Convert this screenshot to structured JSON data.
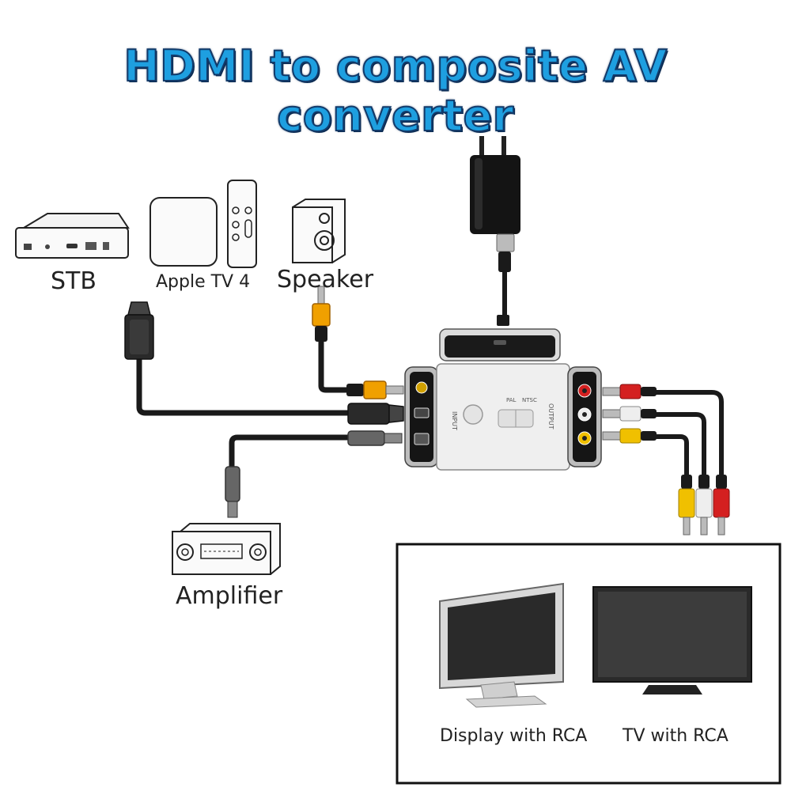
{
  "title": "HDMI to composite AV converter",
  "sources": {
    "stb": "STB",
    "apple_tv": "Apple TV 4",
    "speaker": "Speaker"
  },
  "amplifier": "Amplifier",
  "converter": {
    "input_label": "INPUT",
    "output_label": "OUTPUT",
    "pal_label": "PAL",
    "ntsc_label": "NTSC"
  },
  "displays": {
    "display": "Display with RCA",
    "tv": "TV with RCA"
  },
  "colors": {
    "title": "#1e9fe0",
    "title_outline": "#123a6a",
    "cable": "#1a1a1a",
    "rca_red": "#d42020",
    "rca_white": "#eeeeee",
    "rca_yellow": "#f0c000",
    "rca_orange": "#f0a000"
  }
}
